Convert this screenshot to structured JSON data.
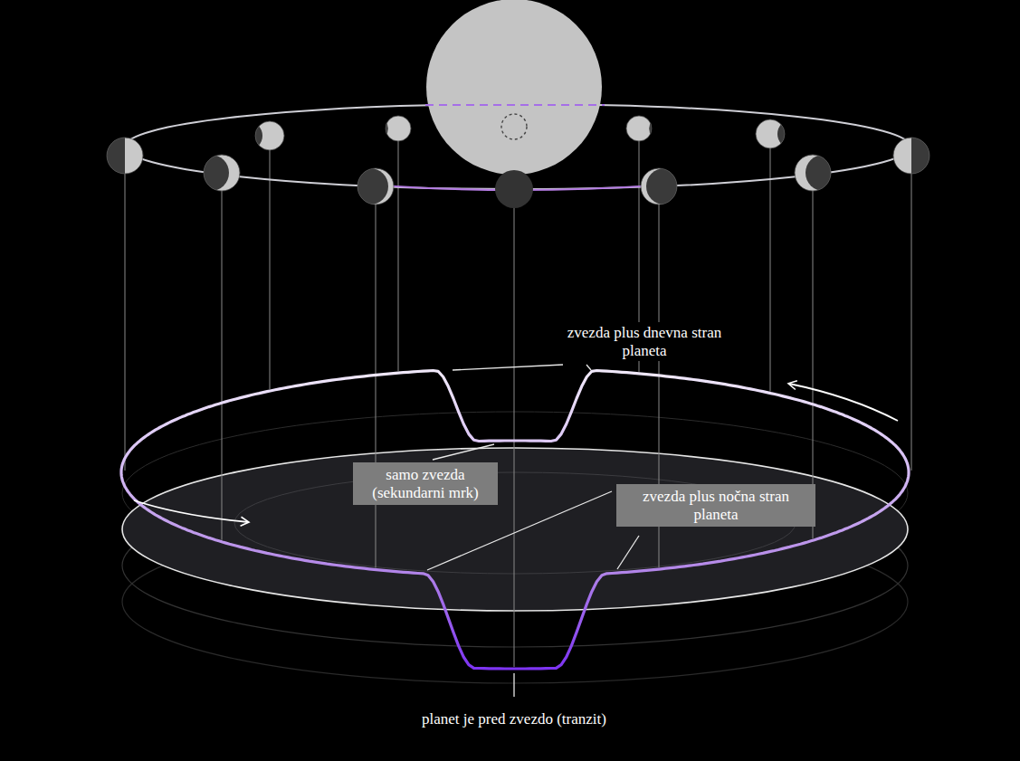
{
  "diagram": {
    "nodes": [
      {
        "text": [
          "samo zvezda (sekundarni mrk)"
        ]
      },
      {
        "text": [
          "zvezda plus nočna stran planeta"
        ]
      }
    ],
    "labels": [
      "zvezda plus dnevna stran planeta",
      "planet je pred zvezdo (tranzit)"
    ]
  }
}
